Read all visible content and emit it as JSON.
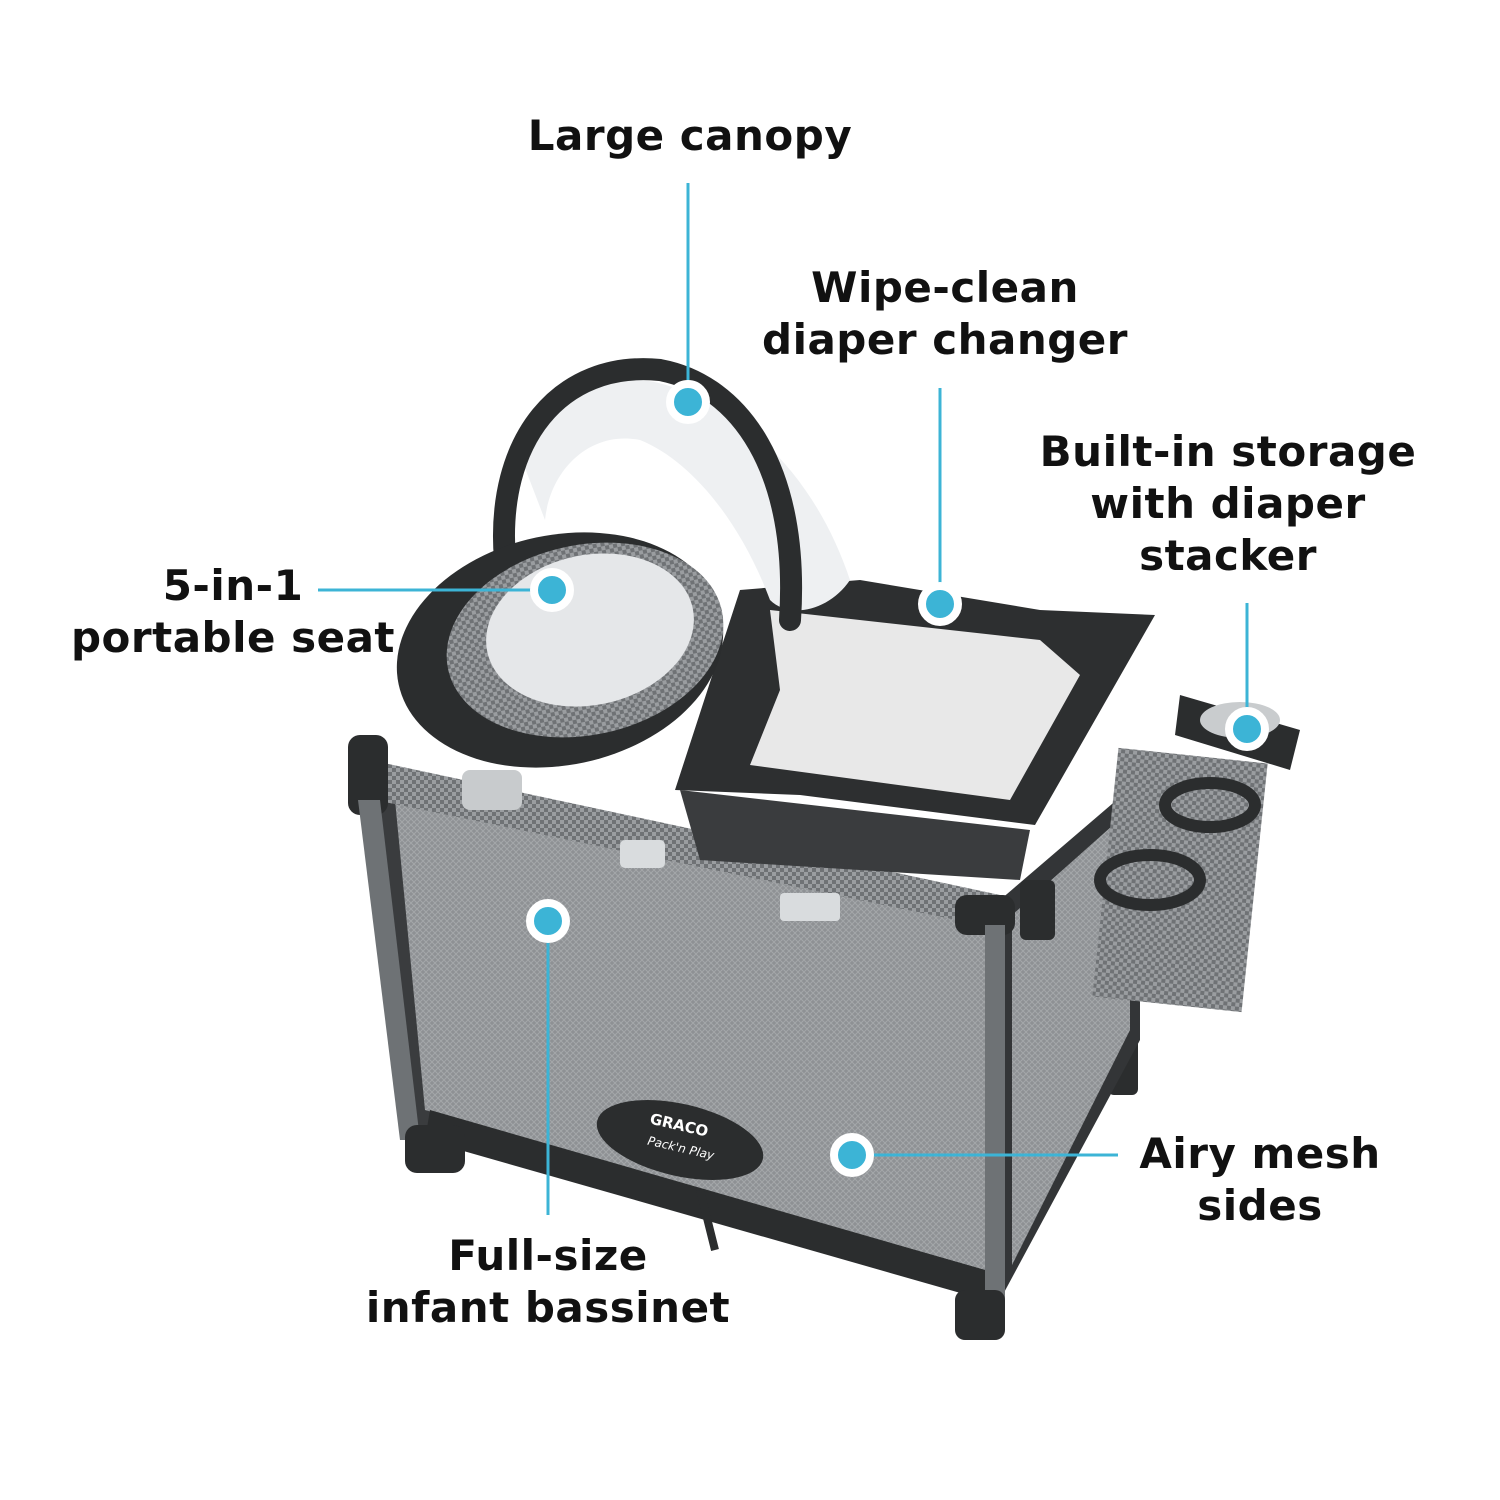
{
  "colors": {
    "accent": "#3cb4d6",
    "frame": "#2b2d2e",
    "mesh": "#8a8d8f",
    "fabric": "#e9ecee",
    "background": "#ffffff"
  },
  "callouts": {
    "canopy": {
      "lines": [
        "Large canopy"
      ]
    },
    "changer": {
      "lines": [
        "Wipe-clean",
        "diaper changer"
      ]
    },
    "storage": {
      "lines": [
        "Built-in storage",
        "with diaper",
        "stacker"
      ]
    },
    "seat": {
      "lines": [
        "5-in-1",
        "portable seat"
      ]
    },
    "mesh": {
      "lines": [
        "Airy mesh",
        "sides"
      ]
    },
    "bassinet": {
      "lines": [
        "Full-size",
        "infant bassinet"
      ]
    }
  },
  "product": {
    "brand": "GRACO",
    "model": "Pack'n Play"
  }
}
